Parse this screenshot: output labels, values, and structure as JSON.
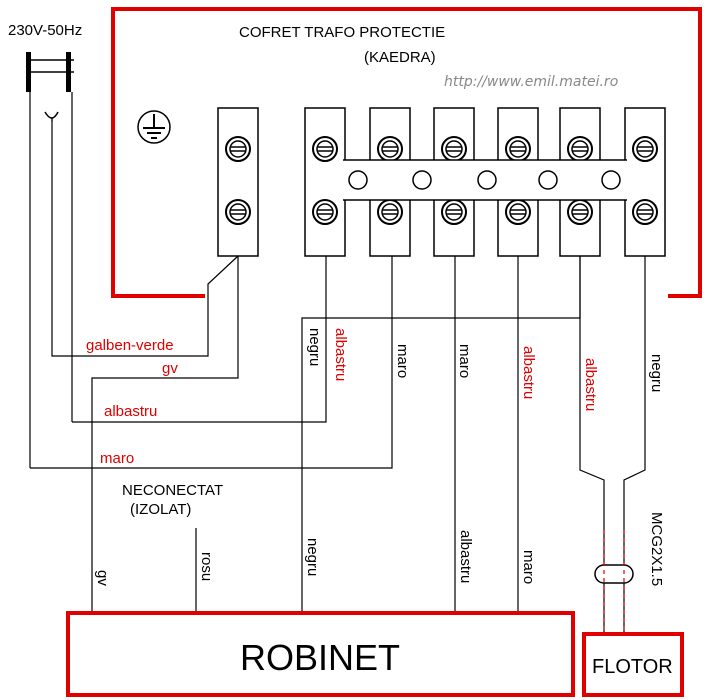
{
  "supply_label": "230V-50Hz",
  "box": {
    "title": "COFRET TRAFO PROTECTIE",
    "subtitle": "(KAEDRA)",
    "url": "http://www.emil.matei.ro"
  },
  "colors": {
    "red": "#e00000",
    "black": "#000000",
    "url_grey": "#888888"
  },
  "icons": [
    "ground-symbol-icon",
    "plug-icon",
    "screw-terminal-icon"
  ],
  "wire_labels": {
    "galben_verde": "galben-verde",
    "gv_left": "gv",
    "albastru_left": "albastru",
    "maro_left": "maro",
    "negru_top": "negru",
    "albastru_top": "albastru",
    "maro_top1": "maro",
    "maro_top2": "maro",
    "albastru_top2": "albastru",
    "albastru_top3": "albastru",
    "negru_top2": "negru"
  },
  "neconectat": {
    "line1": "NECONECTAT",
    "line2": "(IZOLAT)"
  },
  "bottom_labels": {
    "gv": "gv",
    "rosu": "rosu",
    "negru": "negru",
    "albastru": "albastru",
    "maro": "maro",
    "cable": "MCG2X1.5"
  },
  "robinet": "ROBINET",
  "flotor": "FLOTOR"
}
